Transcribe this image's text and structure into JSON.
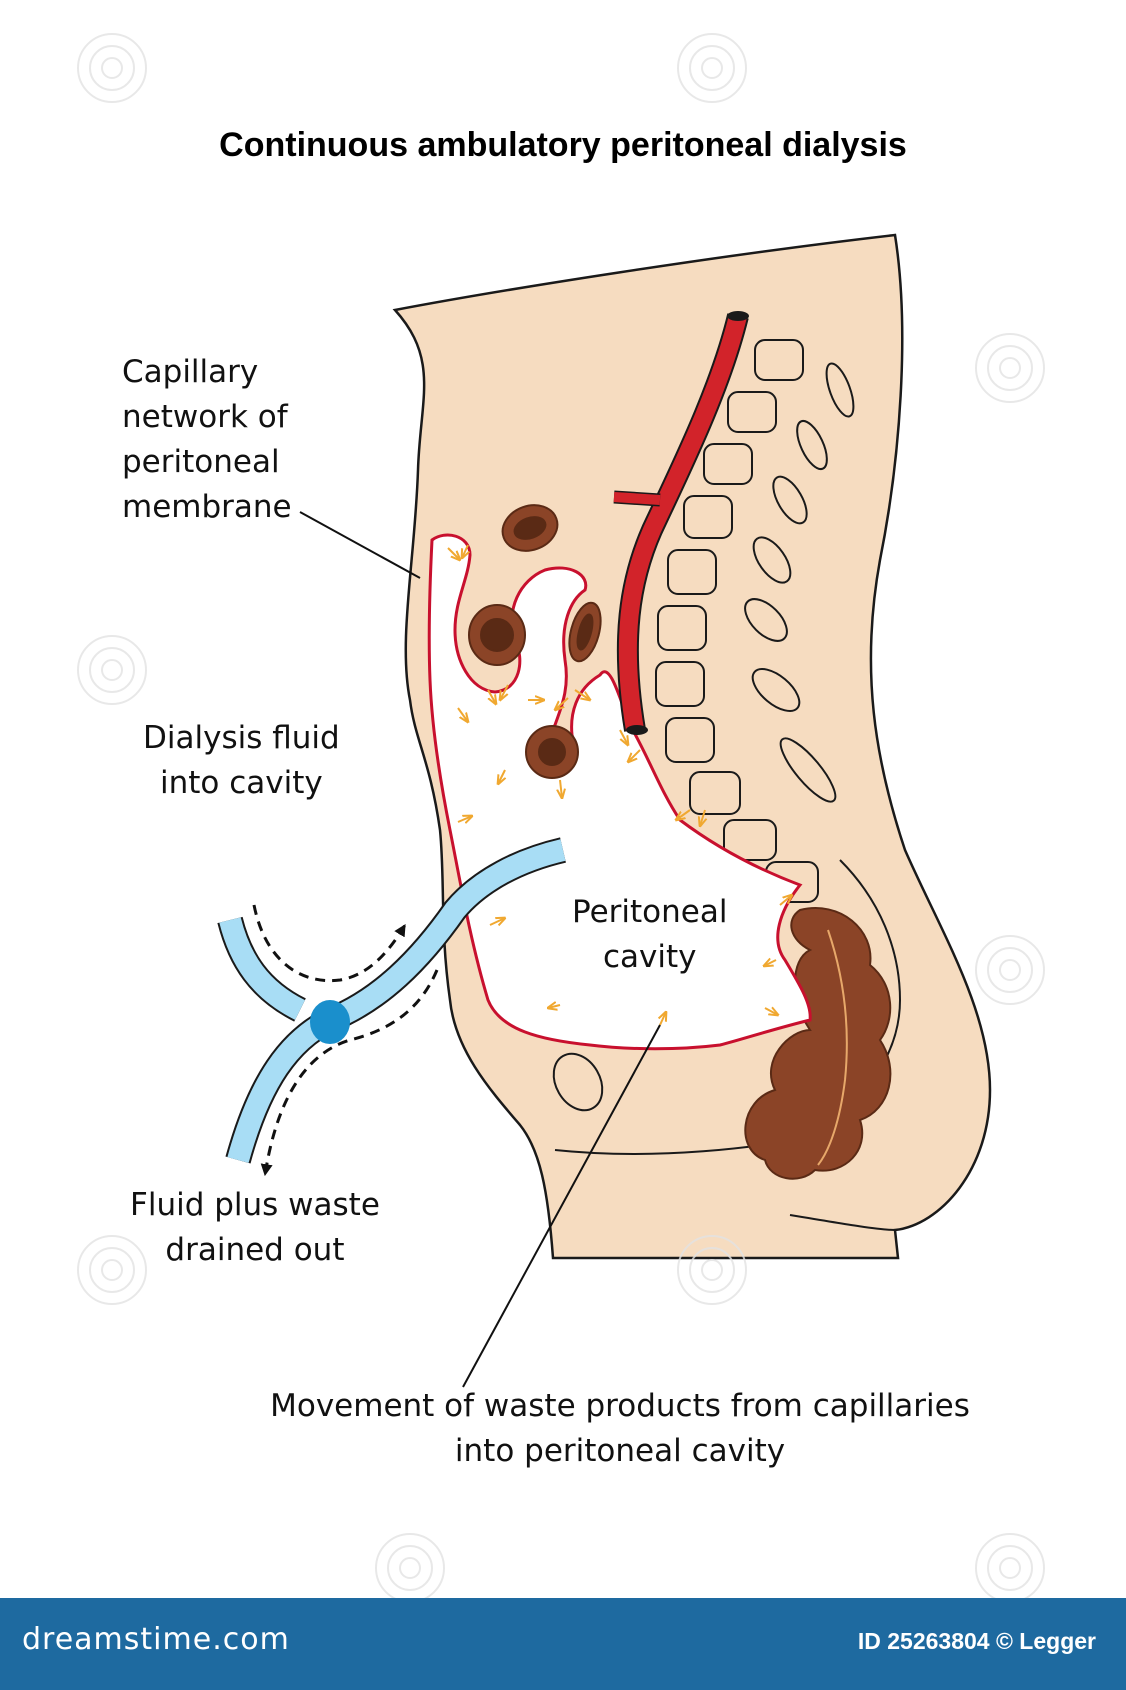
{
  "title": "Continuous ambulatory peritoneal dialysis",
  "labels": {
    "capillary_network": [
      "Capillary",
      "network of",
      "peritoneal",
      "membrane"
    ],
    "dialysis_fluid": [
      "Dialysis fluid",
      "into cavity"
    ],
    "peritoneal_cavity": [
      "Peritoneal",
      "cavity"
    ],
    "fluid_drained": [
      "Fluid plus waste",
      "drained out"
    ],
    "waste_movement": [
      "Movement of waste products from capillaries",
      "into peritoneal cavity"
    ]
  },
  "footer": {
    "brand": "dreamstime.com",
    "id_text": "ID 25263804 © Legger"
  },
  "colors": {
    "skin": "#f6dcc0",
    "peritoneum": "#c8102e",
    "artery": "#d2232a",
    "catheter": "#a8ddf5",
    "catheter_cuff": "#1a8fcc",
    "bowel": "#8b4427",
    "flow_arrows": "#f0a830",
    "footer": "#1e6aa0"
  },
  "icons": {
    "watermark": "spiral-watermark-icon",
    "flow_arrow": "small-arrow-icon"
  }
}
